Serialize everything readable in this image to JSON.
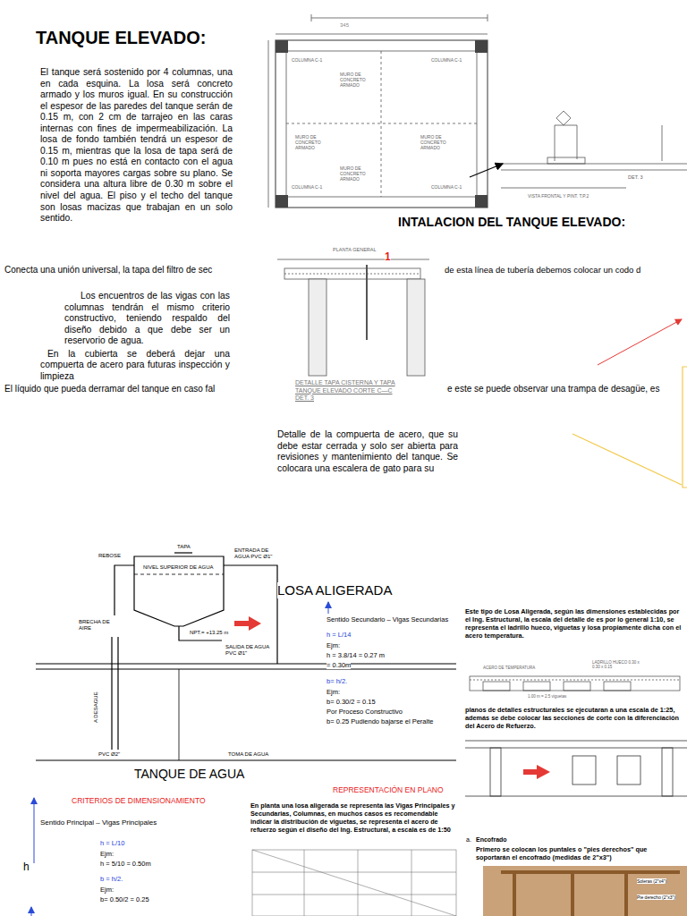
{
  "diagram": {
    "title": "TANQUE ELEVADO:",
    "labels": [
      "El tanque será sostenido por 4 columnas, una en cada esquina. La losa será concreto armado y los muros igual. En su construcción el espesor de las paredes del tanque serán de 0.15 m, con 2 cm de tarrajeo en las caras internas con fines de impermeabilización. La losa de fondo también tendrá un espesor de 0.15 m, mientras que la losa de tapa será de 0.10 m pues no está en contacto con el agua ni soporta mayores cargas sobre su plano. Se considera una altura libre de 0.30 m sobre el nivel del agua. El piso y el techo del tanque son losas macizas que trabajan en un solo sentido.",
      "Conecta una unión universal, la tapa del filtro de sec",
      "de esta línea de tubería debemos colocar un codo d",
      "Los encuentros de las vigas con las columnas tendrán el mismo criterio constructivo, teniendo respaldo del diseño debido a que debe ser un reservorio de agua.",
      "En la cubierta se deberá dejar una compuerta de acero para futuras inspección y limpieza",
      "El líquido que pueda derramar del tanque en caso fal",
      "e este se puede observar una trampa de desagüe, es",
      "INTALACION DEL TANQUE ELEVADO:",
      "Detalle de la compuerta de acero, que su debe estar cerrada y solo ser abierta para revisiones y mantenimiento del tanque. Se colocara una escalera de gato para su",
      "345",
      "COLUMNA C-1",
      "COLUMNA C-1",
      "COLUMNA C-1",
      "COLUMNA C-1",
      "MURO DE CONCRETO ARMADO",
      "MURO DE CONCRETO ARMADO",
      "MURO DE CONCRETO ARMADO",
      "MURO DE CONCRETO ARMADO",
      "PLANTA GENERAL",
      "DETALLE TAPA CISTERNA Y TAPA TANQUE ELEVADO CORTE C—C DET. 3",
      "1",
      "DET. 3",
      "VISTA FRONTAL Y PINT. T.P.2",
      "TAPA",
      "REBOSE",
      "NIVEL SUPERIOR DE AGUA",
      "ENTRADA DE AGUA PVC Ø1\"",
      "BRECHA DE AIRE",
      "NPT.= +13.25 m",
      "SALIDA DE AGUA PVC Ø1\"",
      "A DESAGUE",
      "PVC Ø2\"",
      "TOMA DE AGUA",
      "TANQUE DE AGUA",
      "LOSA ALIGERADA",
      "Sentido Secundario – Vigas Secundarias",
      "h = L/14",
      "Ejm:",
      "h = 3.8/14 = 0.27 m",
      "= 0.30m",
      "b= h/2.",
      "Ejm:",
      "b= 0.30/2 = 0.15",
      "Por Proceso Constructivo",
      "b= 0.25 Pudiendo bajarse el Peralte",
      "Este tipo de Losa Aligerada, según las dimensiones establecidas por el Ing. Estructural, la escala del detalle de es por lo general 1:10, se representa el ladrillo hueco, viguetas y losa propiamente dicha con el acero temperatura.",
      "ACERO DE TEMPERATURA",
      "LADRILLO HUECO 0.30 x 0.30 x 0.15",
      "1.00 m = 2.5 viguetas",
      "planos de detalles estructurales se ejecutaran a una escala de 1:25, además se debe colocar las secciones de corte con la diferenciación del Acero de Refuerzo.",
      "CRITERIOS DE DIMENSIONAMIENTO",
      "Sentido Principal – Vigas Principales",
      "h = L/10",
      "Ejm:",
      "h = 5/10 = 0.50m",
      "b = h/2.",
      "Ejm:",
      "b= 0.50/2 = 0.25",
      "h",
      "REPRESENTACIÓN EN PLANO",
      "En planta una losa aligerada se representa las Vigas Principales y Secundarias, Columnas, en muchos casos es recomendable indicar la distribución de viguetas, se representa el acero de refuerzo según el diseño del Ing. Estructural, a escala es de 1:50",
      "a.",
      "Encofrado",
      "Primero se colocan los puntales o \"pies derechos\" que soportarán el encofrado (medidas de 2\"x3\")",
      "Soleras (2\"x4\")",
      "Pie derecho (2\"x3\")"
    ]
  }
}
